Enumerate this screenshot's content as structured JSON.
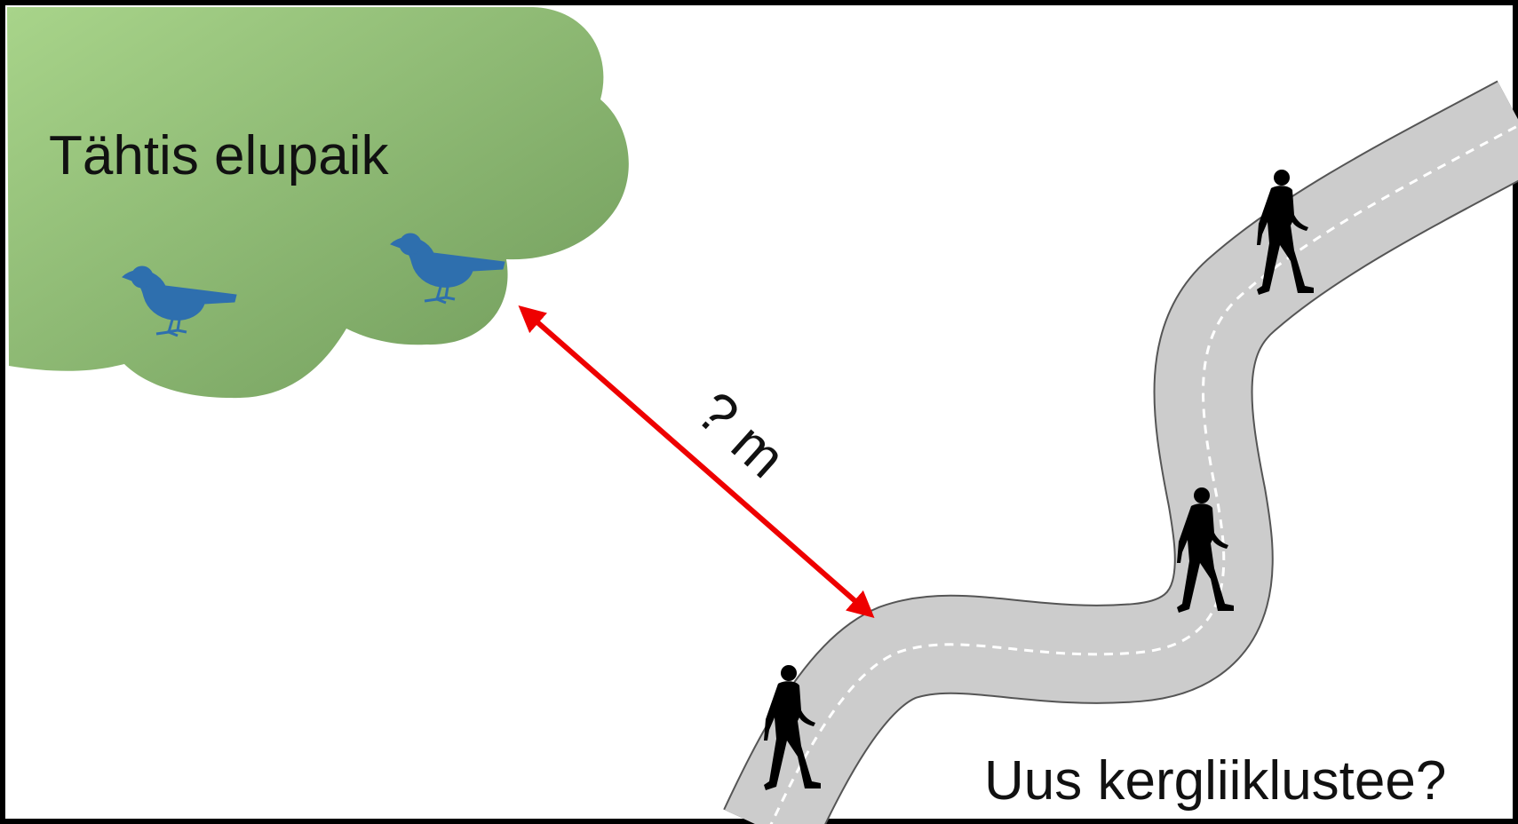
{
  "habitat": {
    "label": "Tähtis elupaik"
  },
  "distance": {
    "label": "? m"
  },
  "path": {
    "label": "Uus kergliiklustee?"
  },
  "colors": {
    "habitat_light": "#a8d48a",
    "habitat_dark": "#6f9a5a",
    "bird": "#2e6fae",
    "path_fill": "#cccccc",
    "path_edge": "#555555",
    "arrow": "#ee0000",
    "person": "#000000"
  },
  "icons": {
    "bird": "bird-icon",
    "person": "walking-person-icon",
    "arrow": "double-arrow-icon"
  }
}
